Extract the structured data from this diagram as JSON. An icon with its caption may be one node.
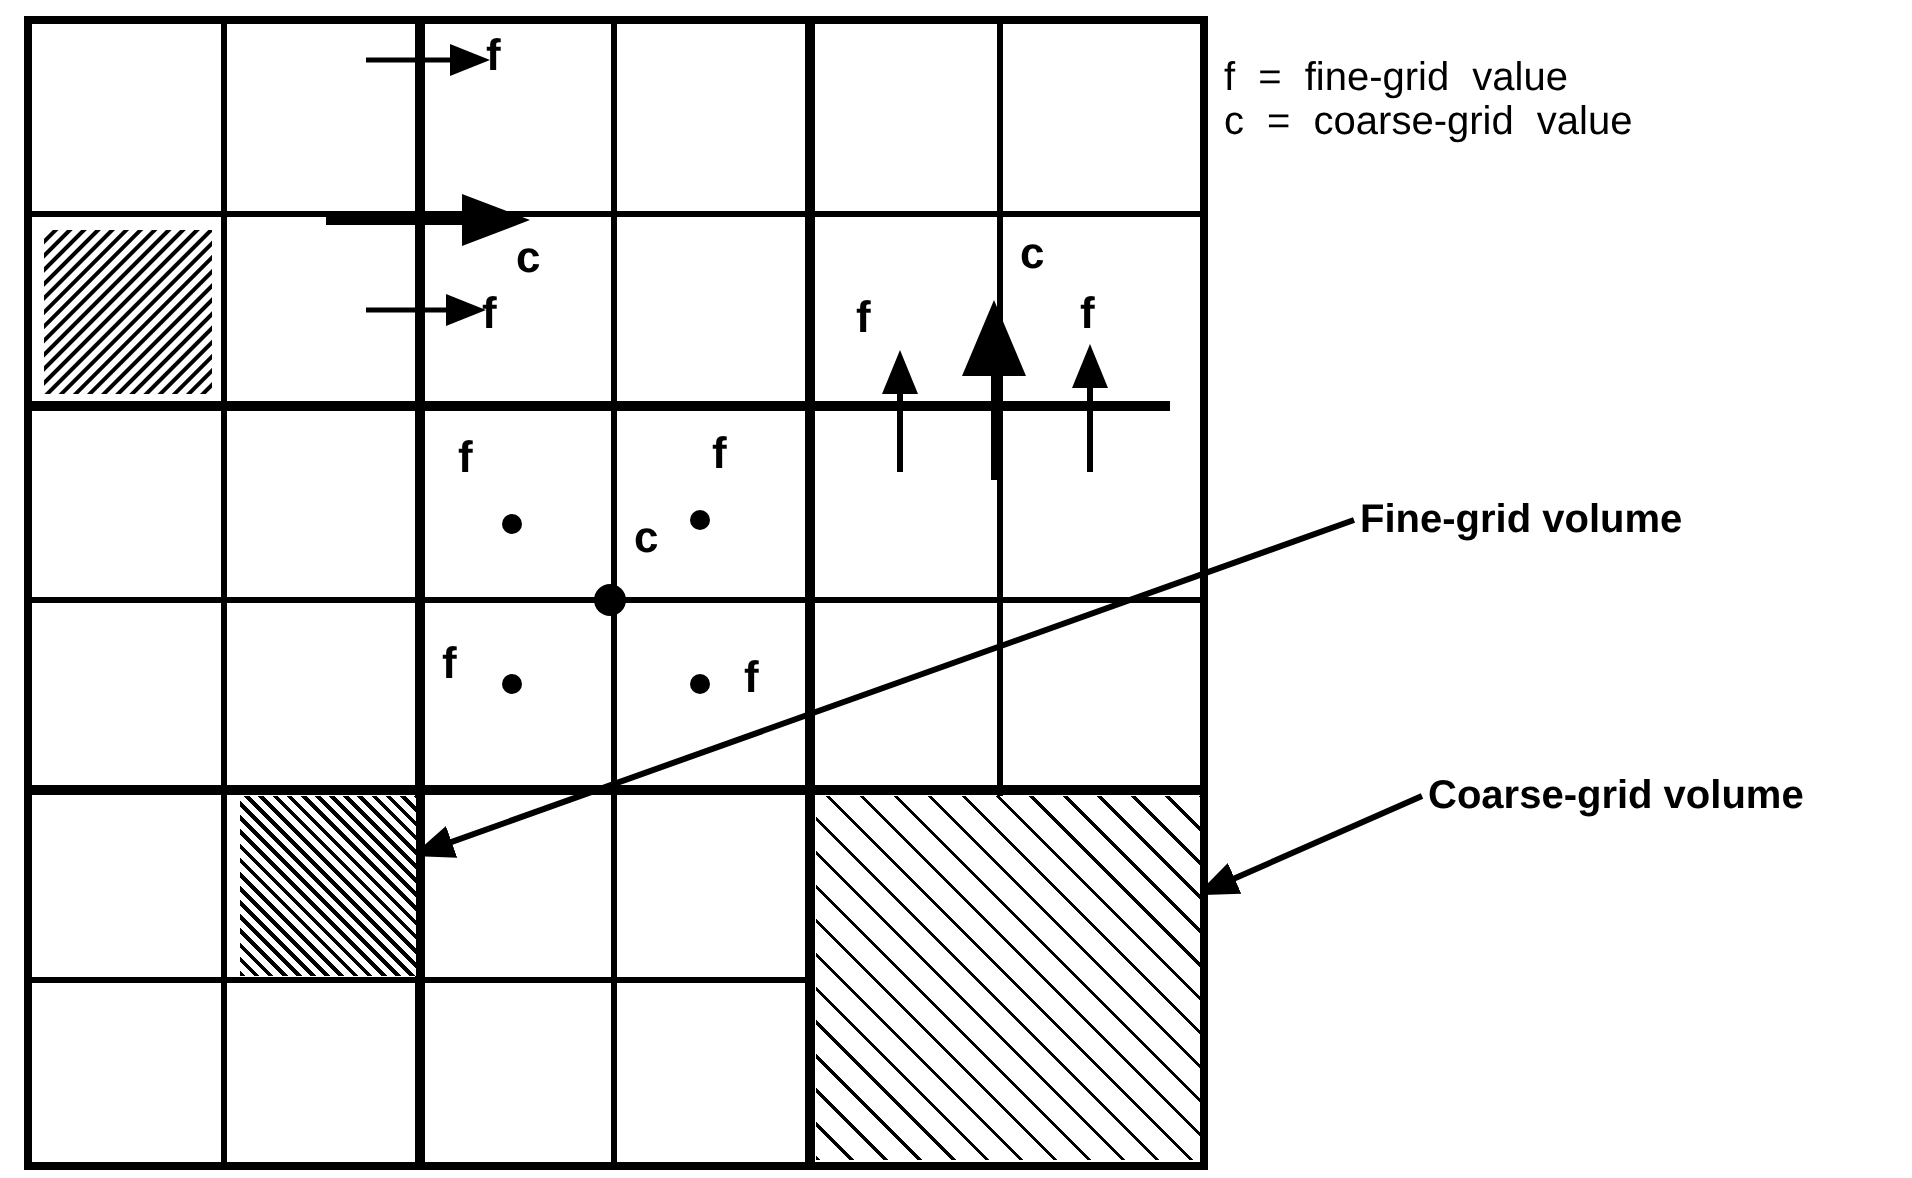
{
  "diagram": {
    "nodes": [
      {
        "text": [
          "Fine-grid volume"
        ]
      },
      {
        "text": [],
        "shape": "box"
      },
      {
        "text": [
          "Coarse-grid volume"
        ]
      },
      {
        "text": [],
        "shape": "box"
      }
    ],
    "edges": [
      {
        "from": 0,
        "to": 1,
        "arrow": "to"
      },
      {
        "from": 2,
        "to": 3,
        "arrow": "to"
      }
    ],
    "labels": [
      "f",
      "c",
      "f",
      "c",
      "f",
      "f",
      "f",
      "f",
      "c",
      "f",
      "f",
      "f = fine-grid value",
      "c = coarse-grid value"
    ]
  }
}
